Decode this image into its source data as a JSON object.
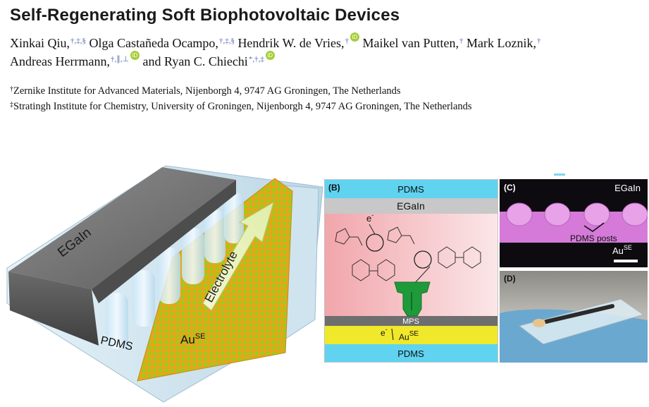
{
  "paper": {
    "title": "Self-Regenerating Soft Biophotovoltaic Devices",
    "authors": [
      {
        "name": "Xinkai Qiu,",
        "sup": "†,‡,§",
        "orcid": false,
        "sep": " "
      },
      {
        "name": "Olga Castañeda Ocampo,",
        "sup": "†,‡,§",
        "orcid": false,
        "sep": " "
      },
      {
        "name": "Hendrik W. de Vries,",
        "sup": "†",
        "orcid": true,
        "sep": " "
      },
      {
        "name": "Maikel van Putten,",
        "sup": "†",
        "orcid": false,
        "sep": " "
      },
      {
        "name": "Mark Loznik,",
        "sup": "†",
        "orcid": false,
        "sep": " "
      },
      {
        "name": "Andreas Herrmann,",
        "sup": "†,∥,⊥",
        "orcid": true,
        "sep": " "
      },
      {
        "name": "and Ryan C. Chiechi",
        "sup": "*,†,‡",
        "orcid": true,
        "sep": ""
      }
    ],
    "affiliations": [
      {
        "mark": "†",
        "text": "Zernike Institute for Advanced Materials, Nijenborgh 4, 9747 AG Groningen, The Netherlands"
      },
      {
        "mark": "‡",
        "text": "Stratingh Institute for Chemistry, University of Groningen, Nijenborgh 4, 9747 AG Groningen, The Netherlands"
      }
    ]
  },
  "figure_a": {
    "egain_label": "EGaIn",
    "electrolyte_label": "Electrolyte",
    "pdms_label": "PDMS",
    "au_label": "Au",
    "au_sup": "SE"
  },
  "figure_b": {
    "panel_label": "(B)",
    "pdms_top": "PDMS",
    "egain": "EGaIn",
    "electron": "e",
    "electron_sup": "-",
    "mps": "MPS",
    "au": "Au",
    "au_sup": "SE",
    "pdms_bottom": "PDMS"
  },
  "figure_c": {
    "panel_label": "(C)",
    "egain": "EGaIn",
    "posts": "PDMS posts",
    "au": "Au",
    "au_sup": "SE"
  },
  "figure_d": {
    "panel_label": "(D)"
  },
  "colors": {
    "cyan_band": "#5fd3f0",
    "egain_gray": "#c8c8c8",
    "mps_gray": "#6e6e6e",
    "gold": "#f0e82a",
    "pdms_glow": "#cfe6f5",
    "magenta": "#d57ad8",
    "enzyme_green": "#1f9a3a",
    "orcid_green": "#a6ce39",
    "sup_blue": "#5a6fb0"
  }
}
